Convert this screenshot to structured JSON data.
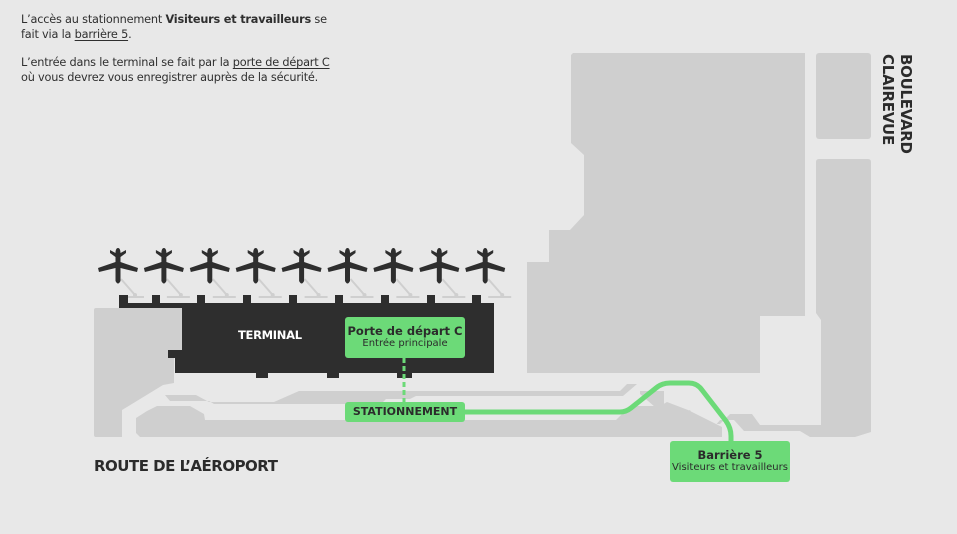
{
  "intro": {
    "p1_pre": "L’accès au stationnement ",
    "p1_bold": "Visiteurs et travailleurs",
    "p1_mid": " se fait via la ",
    "p1_link": "barrière 5",
    "p1_end": ".",
    "p2_pre": "L’entrée dans le terminal se fait par la ",
    "p2_link": "porte de départ C",
    "p2_end": " où vous devrez vous enregistrer auprès de la sécurité."
  },
  "map": {
    "terminal_label": "TERMINAL",
    "gate": {
      "title": "Porte de départ C",
      "subtitle": "Entrée principale"
    },
    "parking": {
      "title": "STATIONNEMENT"
    },
    "barrier": {
      "title": "Barrière 5",
      "subtitle": "Visiteurs et travailleurs"
    },
    "road_label": "ROUTE DE L’AÉROPORT",
    "boulevard_label": "BOULEVARD CLAIREVUE",
    "aircraft_count": 9,
    "colors": {
      "background": "#e8e8e8",
      "building": "#cfcfcf",
      "terminal": "#2e2e2e",
      "route": "#6cda78",
      "text": "#2b2b2b"
    }
  }
}
